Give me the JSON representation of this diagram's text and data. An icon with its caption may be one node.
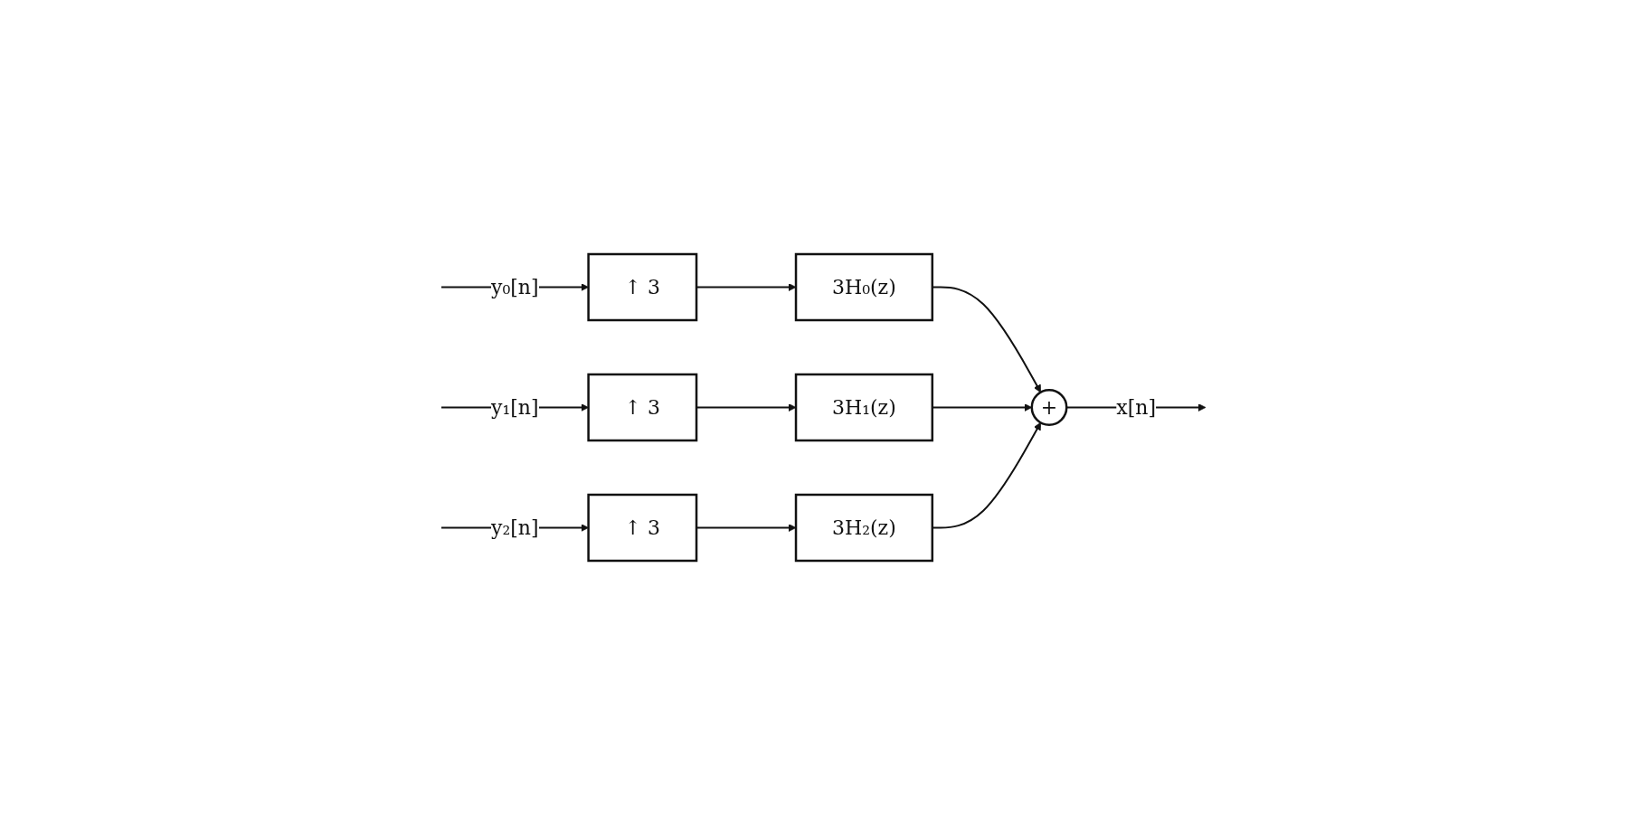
{
  "diagram": {
    "nodes": [
      {
        "text": [
          "↑ 3"
        ]
      },
      {
        "text": [
          "3H₀(z)"
        ]
      },
      {
        "text": [
          "↑ 3"
        ]
      },
      {
        "text": [
          "3H₁(z)"
        ]
      },
      {
        "text": [
          "↑ 3"
        ]
      },
      {
        "text": [
          "3H₂(z)"
        ]
      },
      {
        "text": [
          "+"
        ]
      }
    ],
    "edges": [
      {
        "from": null,
        "to": 0,
        "arrow": "to",
        "label": "y₀[n]"
      },
      {
        "from": 0,
        "to": 1,
        "arrow": "to"
      },
      {
        "from": 1,
        "to": 6,
        "arrow": "to"
      },
      {
        "from": null,
        "to": 2,
        "arrow": "to",
        "label": "y₁[n]"
      },
      {
        "from": 2,
        "to": 3,
        "arrow": "to"
      },
      {
        "from": 3,
        "to": 6,
        "arrow": "to"
      },
      {
        "from": null,
        "to": 4,
        "arrow": "to",
        "label": "y₂[n]"
      },
      {
        "from": 4,
        "to": 5,
        "arrow": "to"
      },
      {
        "from": 5,
        "to": 6,
        "arrow": "to"
      },
      {
        "from": 6,
        "to": null,
        "arrow": "to",
        "label": "x[n]"
      }
    ]
  }
}
